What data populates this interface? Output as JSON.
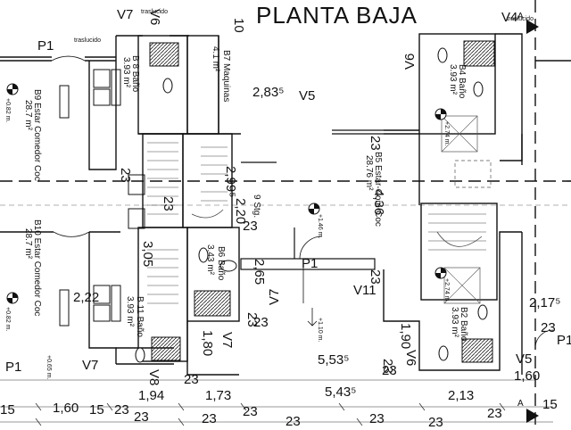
{
  "title": "PLANTA BAJA",
  "rooms": {
    "b7": {
      "name": "B7 Maquinas",
      "area": "4.1 m²"
    },
    "b8": {
      "name": "B 8 Baño",
      "area": "3.93 m²"
    },
    "b9": {
      "name": "B9 Estar Comedor Coc",
      "area": "28.7 m²"
    },
    "b10": {
      "name": "B10 Estar Comedor Coc",
      "area": "28.7 m²"
    },
    "b11": {
      "name": "B 11 Baño",
      "area": "3.93 m²"
    },
    "b6": {
      "name": "B6 Baño",
      "area": "3.43 m²"
    },
    "b5": {
      "name": "B5 Estar-Com-Coc",
      "area": "28.76 m²"
    },
    "b4": {
      "name": "B4 Baño",
      "area": "3.93 m²"
    },
    "b2": {
      "name": "B2 Baño",
      "area": "3.93 m²"
    }
  },
  "windows": {
    "v6_top": "V6",
    "v7_top": "V7",
    "v5": "V5",
    "v6_right": "V6",
    "v4": "V4",
    "v7_mid": "V7",
    "v7_low": "V7",
    "v11": "V11",
    "v6_low": "V6",
    "v7_bottom": "V7",
    "v8": "V8",
    "v5_low": "V5"
  },
  "doors": {
    "p1_top": "P1",
    "p1_mid": "P1",
    "p1_left": "P1",
    "p1_right": "P1"
  },
  "notes": {
    "traslucido_a": "traslucido",
    "traslucido_b": "traslucido",
    "traslucido_c": "traslucido",
    "escalera": "9 Stg."
  },
  "levels": {
    "l1": "+0.82 m.",
    "l2": "+0.82 m.",
    "l3": "+2.74 m.",
    "l4": "+2.74 m.",
    "l5": "+1.46 m.",
    "l6": "+1.10 m.",
    "l7": "+0.65 m."
  },
  "dims": {
    "d1": "2,83⁵",
    "d2": "10",
    "d3": "2,99⁵",
    "d4": "2,20",
    "d5": "23",
    "d6": "3,05",
    "d7": "2,65",
    "d8": "23",
    "d9": "2,22",
    "d10": "1,80",
    "d11": "23",
    "d12": "4,36",
    "d13": "23",
    "d14": "5,53⁵",
    "d15": "1,90",
    "d16": "23",
    "d17": "2,17⁵",
    "d18": "1,60",
    "d19": "15",
    "d20": "1,60",
    "d21": "1,94",
    "d22": "1,73",
    "d23": "5,43⁵",
    "d24": "2,13",
    "d25": "23",
    "d26": "23",
    "d27": "23",
    "d28": "23",
    "d29": "23",
    "d30": "15",
    "d31": "23",
    "d32": "15",
    "d33": "23",
    "d34": "23",
    "d35": "23",
    "d36": "23",
    "d37": "23",
    "d38": "23",
    "d39": "23",
    "d40": "23"
  },
  "axis": {
    "a_top": "A",
    "a_bottom": "A"
  }
}
